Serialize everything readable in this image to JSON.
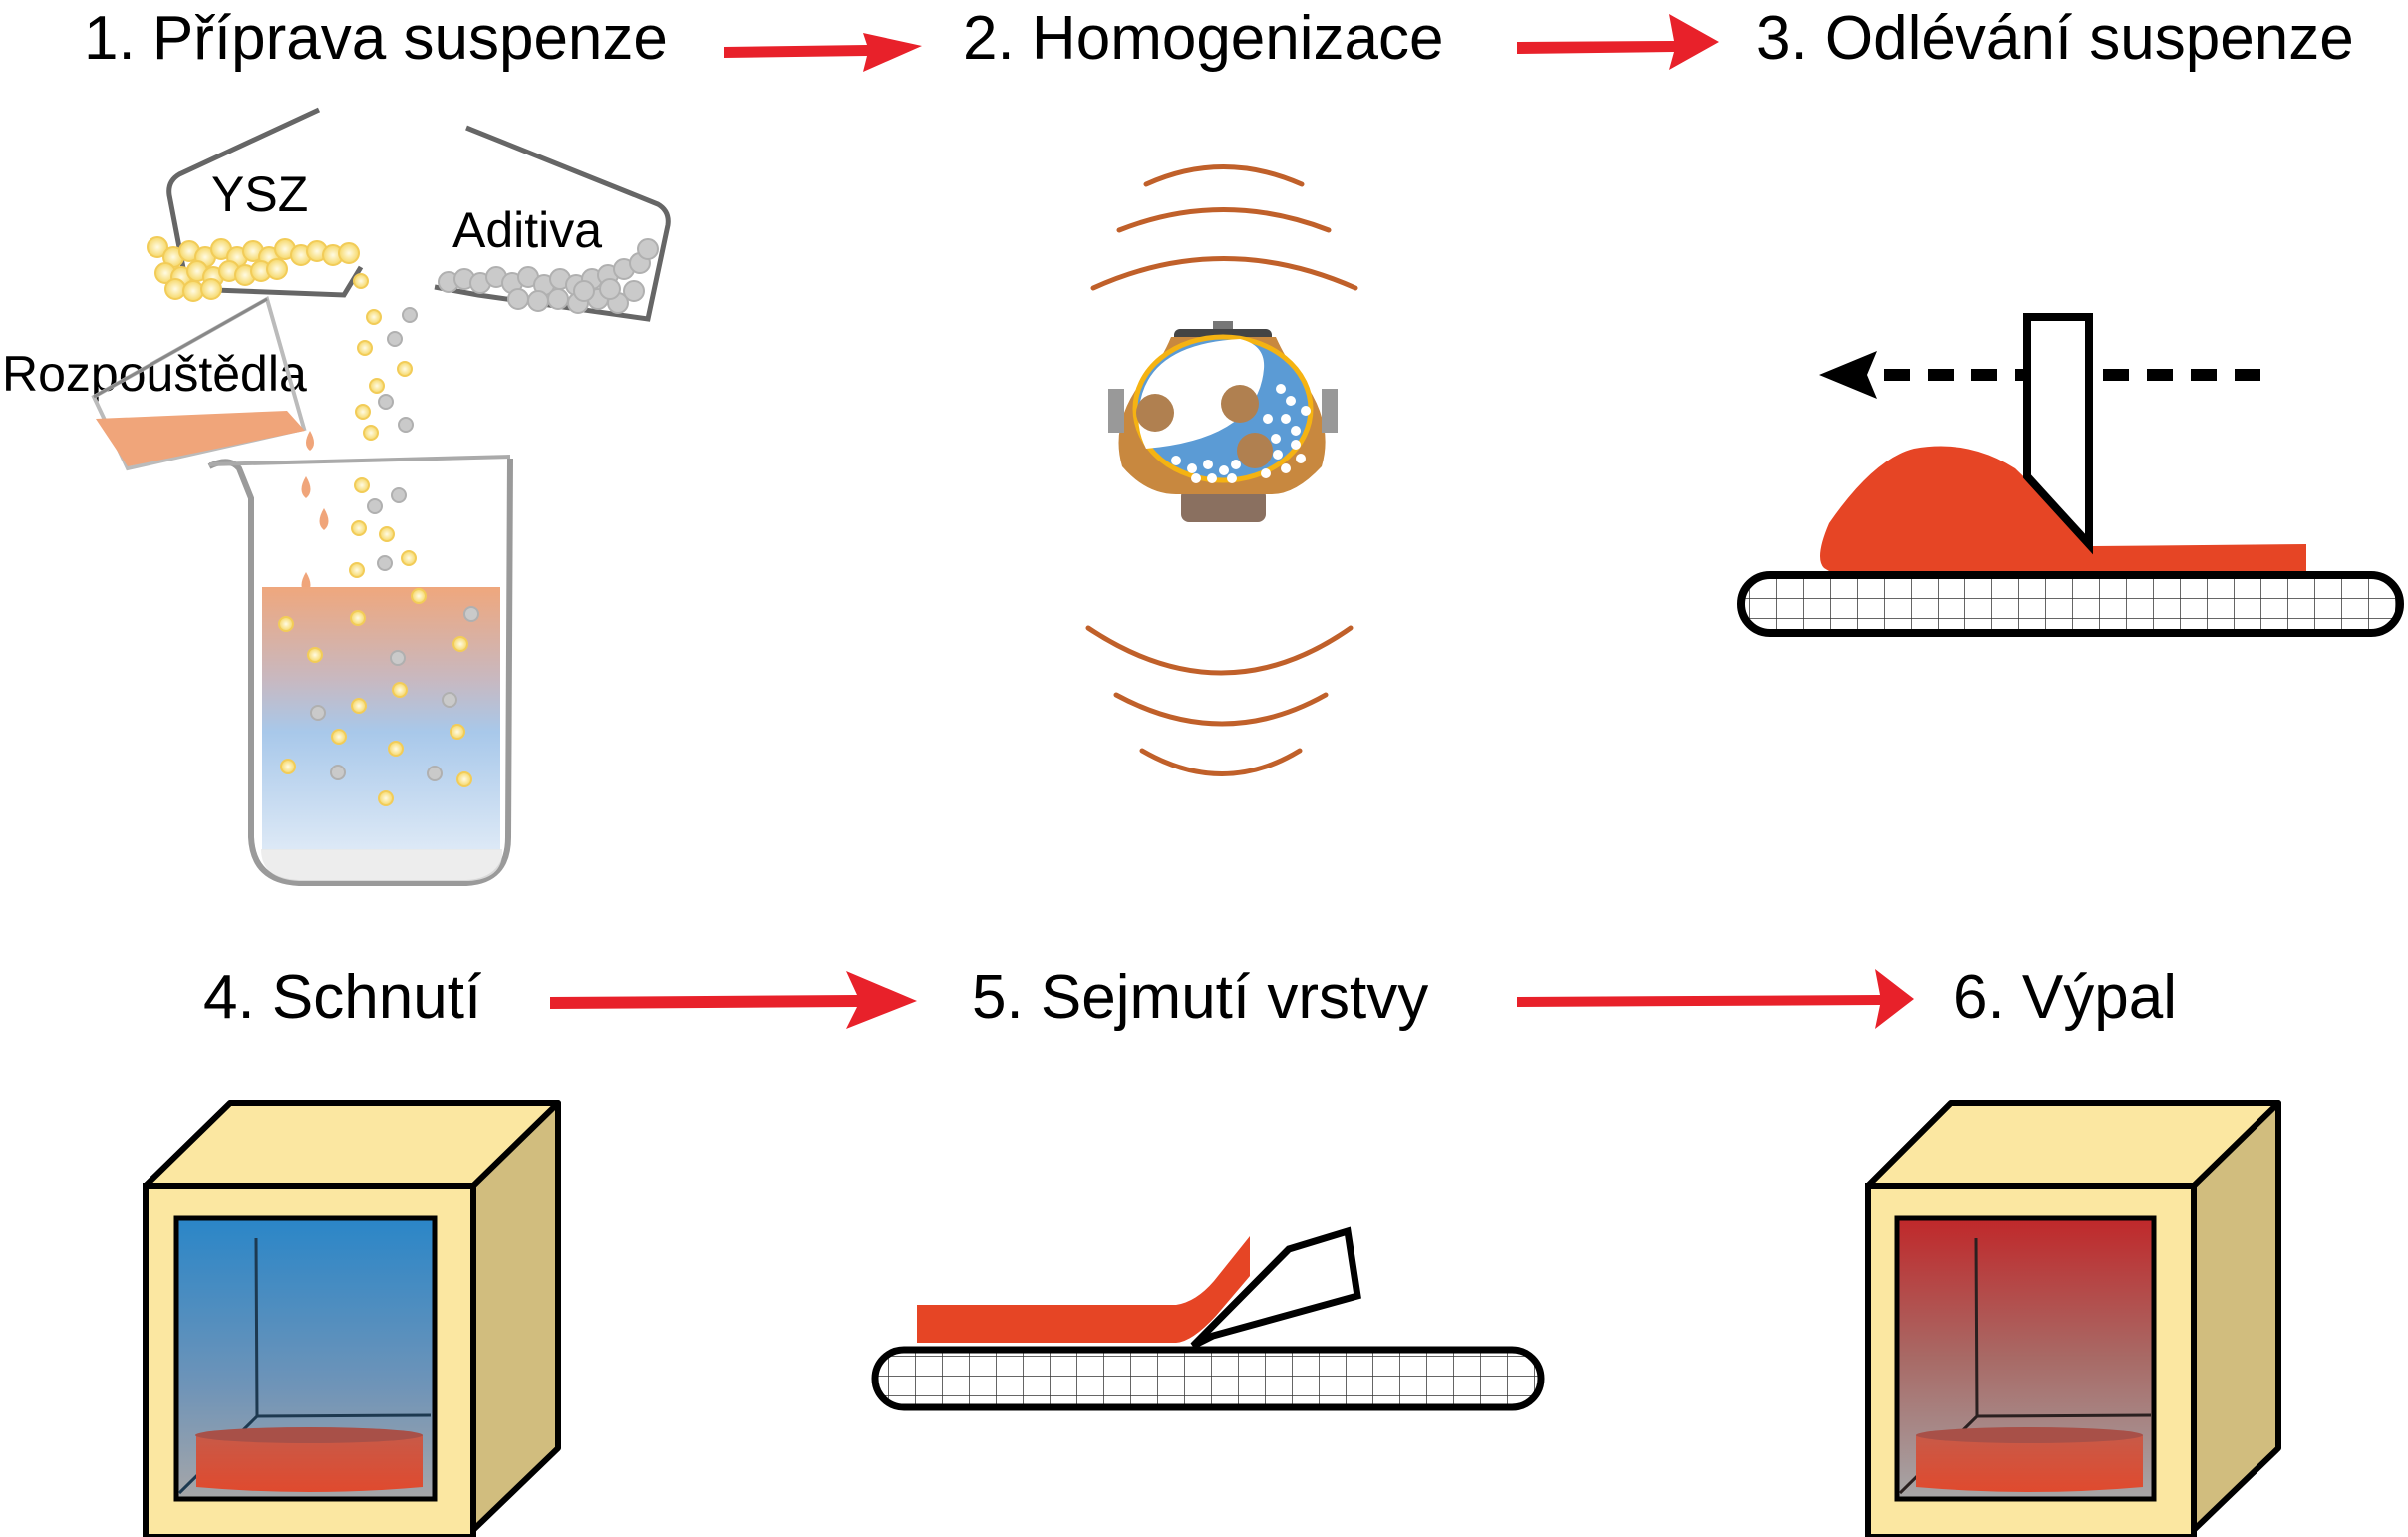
{
  "steps": [
    {
      "number": "1.",
      "title": "1. Příprava suspenze"
    },
    {
      "number": "2.",
      "title": "2. Homogenizace"
    },
    {
      "number": "3.",
      "title": "3. Odlévání suspenze"
    },
    {
      "number": "4.",
      "title": "4. Schnutí"
    },
    {
      "number": "5.",
      "title": "5. Sejmutí vrstvy"
    },
    {
      "number": "6.",
      "title": "6. Výpal"
    }
  ],
  "step1_labels": {
    "ysz": "YSZ",
    "additives": "Aditiva",
    "solvents": "Rozpouštědla"
  },
  "colors": {
    "arrow": "#e8212a",
    "slurry": "#e64525",
    "ysz_particle": "#f7de7a",
    "additive_particle": "#c8c8c8",
    "solvent": "#f0a57a",
    "mill_jar": "#c8883f",
    "vibration": "#c0602a",
    "oven_front": "#fbe7a1",
    "oven_side": "#d1bd7e",
    "drying_chamber_top": "#2a86c8",
    "firing_chamber_top": "#c0282a"
  }
}
